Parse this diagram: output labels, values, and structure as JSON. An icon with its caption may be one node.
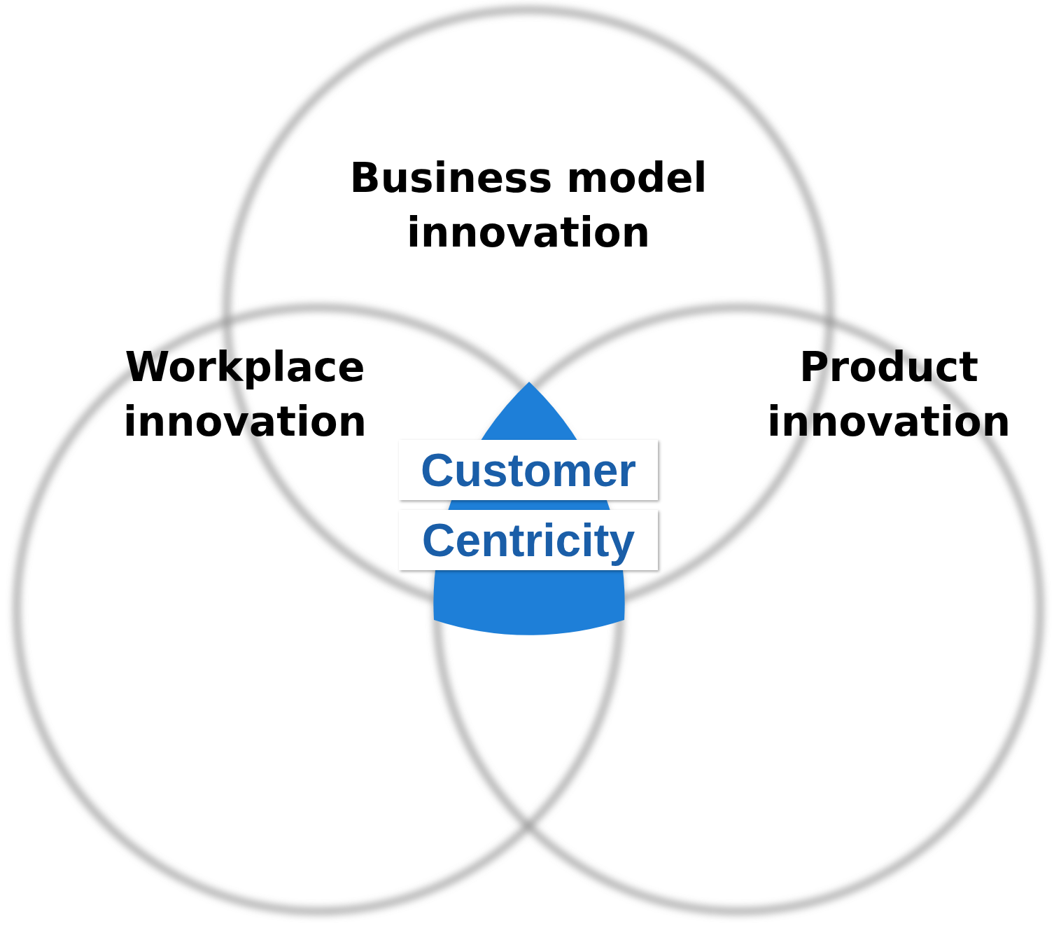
{
  "diagram": {
    "nodes": [
      {
        "text": [
          "Business model innovation"
        ]
      },
      {
        "text": [
          "Workplace innovation"
        ]
      },
      {
        "text": [
          "Product innovation"
        ]
      },
      {
        "text": [
          "Customer",
          "Centricity"
        ]
      }
    ]
  }
}
